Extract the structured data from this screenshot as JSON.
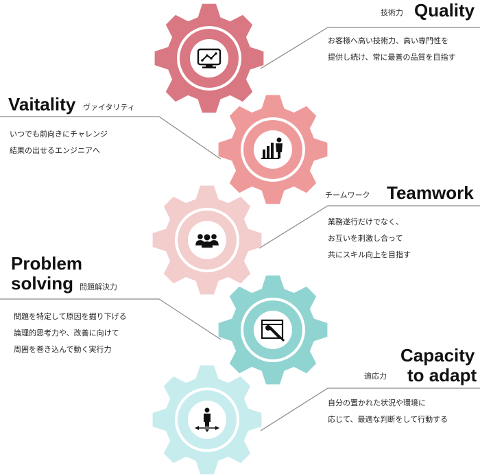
{
  "gears": [
    {
      "key": "quality",
      "color": "#d97882",
      "icon": "monitor-chart-icon"
    },
    {
      "key": "vitality",
      "color": "#ef9a9a",
      "icon": "growth-bars-person-icon"
    },
    {
      "key": "teamwork",
      "color": "#f3cccc",
      "icon": "team-people-icon"
    },
    {
      "key": "problem",
      "color": "#90d4d2",
      "icon": "browser-wrench-icon"
    },
    {
      "key": "adapt",
      "color": "#c7ecee",
      "icon": "person-directions-icon"
    }
  ],
  "quality": {
    "jp": "技術力",
    "title": "Quality",
    "lines": [
      "お客様へ高い技術力、高い専門性を",
      "提供し続け、常に最善の品質を目指す"
    ]
  },
  "vitality": {
    "title": "Vaitality",
    "jp": "ヴァイタリティ",
    "lines": [
      "いつでも前向きにチャレンジ",
      "結果の出せるエンジニアへ"
    ]
  },
  "teamwork": {
    "jp": "チームワーク",
    "title": "Teamwork",
    "lines": [
      "業務遂行だけでなく、",
      "お互いを刺激し合って",
      "共にスキル向上を目指す"
    ]
  },
  "problem": {
    "title1": "Problem",
    "title2": "solving",
    "jp": "問題解決力",
    "lines": [
      "問題を特定して原因を掘り下げる",
      "論理的思考力や、改善に向けて",
      "周囲を巻き込んで動く実行力"
    ]
  },
  "adapt": {
    "title1": "Capacity",
    "title2": "to adapt",
    "jp": "適応力",
    "lines": [
      "自分の置かれた状況や環境に",
      "応じて、最適な判断をして行動する"
    ]
  }
}
